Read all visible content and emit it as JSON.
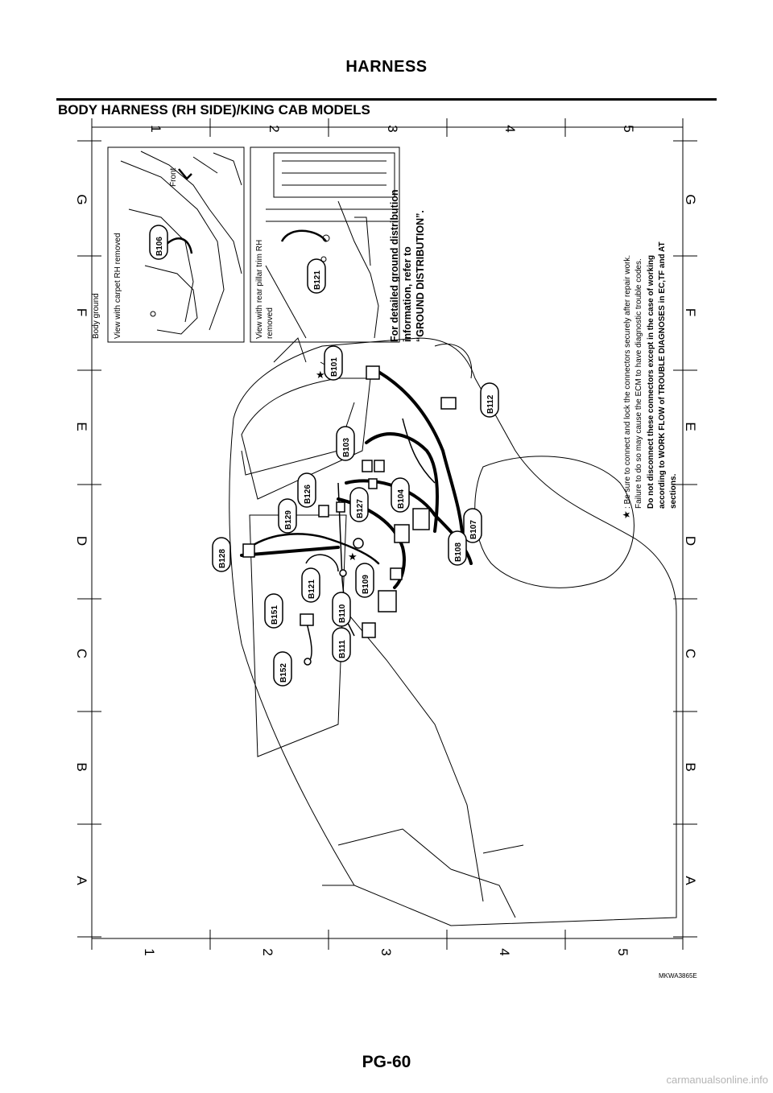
{
  "header": {
    "title": "HARNESS"
  },
  "section": {
    "title": "BODY HARNESS (RH SIDE)/KING CAB MODELS"
  },
  "grid": {
    "numbers_top": [
      "1",
      "2",
      "3",
      "4",
      "5"
    ],
    "numbers_bottom": [
      "1",
      "2",
      "3",
      "4",
      "5"
    ],
    "letters_left": [
      "G",
      "F",
      "E",
      "D",
      "C",
      "B",
      "A"
    ],
    "letters_right": [
      "G",
      "F",
      "E",
      "D",
      "C",
      "B",
      "A"
    ]
  },
  "insets": {
    "body_ground": "Body ground",
    "carpet_view": "View with carpet RH removed",
    "front": "Front",
    "pillar_view_1": "View with rear pillar trim RH",
    "pillar_view_2": "removed"
  },
  "ground_note": {
    "line1": "For detailed ground distribution",
    "line2": "information, refer to",
    "line3": "“GROUND DISTRIBUTION”."
  },
  "notes": {
    "star": "★",
    "line1": ": Be sure to connect and lock the connectors securely after repair work.",
    "line2": "Failure to do so may cause the ECM to have diagnostic trouble codes.",
    "line3": "Do not disconnect these connectors except in the case of working",
    "line4": "according to WORK FLOW of TROUBLE DIAGNOSES in EC,TF and AT",
    "line5": "sections."
  },
  "connectors": {
    "b106": "B106",
    "b121_inset": "B121",
    "b101": "B101",
    "b112": "B112",
    "b103": "B103",
    "b104": "B104",
    "b127": "B127",
    "b126": "B126",
    "b129": "B129",
    "b128": "B128",
    "b107": "B107",
    "b108": "B108",
    "b109": "B109",
    "b121": "B121",
    "b151": "B151",
    "b110": "B110",
    "b111": "B111",
    "b152": "B152"
  },
  "figure": {
    "code": "MKWA3865E"
  },
  "footer": {
    "page_number": "PG-60",
    "site": "carmanualsonline.info"
  }
}
